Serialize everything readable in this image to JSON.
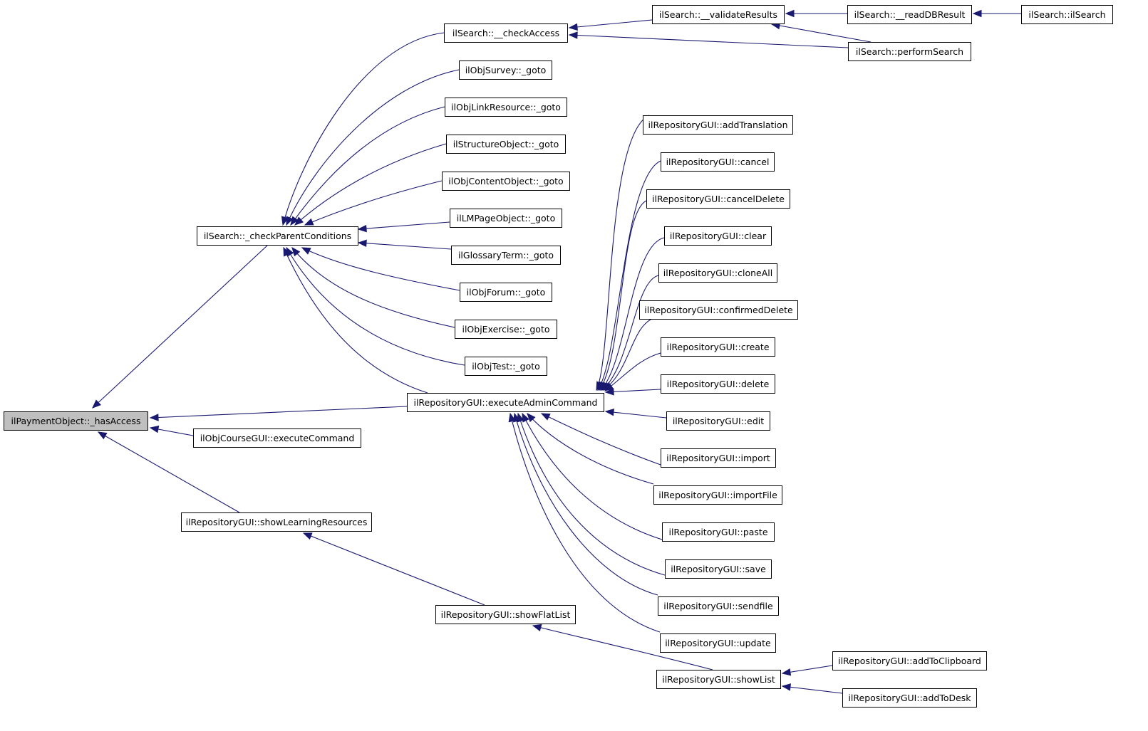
{
  "colors": {
    "edge": "#191970",
    "node_border": "#000000",
    "root_fill": "#bfbfbf",
    "node_fill": "#ffffff"
  },
  "nodes": [
    {
      "id": "root",
      "label": "ilPaymentObject::_hasAccess",
      "root": true
    },
    {
      "id": "checkParent",
      "label": "ilSearch::_checkParentConditions"
    },
    {
      "id": "courseExec",
      "label": "ilObjCourseGUI::executeCommand"
    },
    {
      "id": "showLR",
      "label": "ilRepositoryGUI::showLearningResources"
    },
    {
      "id": "execAdmin",
      "label": "ilRepositoryGUI::executeAdminCommand"
    },
    {
      "id": "checkAccess",
      "label": "ilSearch::__checkAccess"
    },
    {
      "id": "surveyGoto",
      "label": "ilObjSurvey::_goto"
    },
    {
      "id": "linkGoto",
      "label": "ilObjLinkResource::_goto"
    },
    {
      "id": "structGoto",
      "label": "ilStructureObject::_goto"
    },
    {
      "id": "contentGoto",
      "label": "ilObjContentObject::_goto"
    },
    {
      "id": "lmGoto",
      "label": "ilLMPageObject::_goto"
    },
    {
      "id": "glossGoto",
      "label": "ilGlossaryTerm::_goto"
    },
    {
      "id": "forumGoto",
      "label": "ilObjForum::_goto"
    },
    {
      "id": "exGoto",
      "label": "ilObjExercise::_goto"
    },
    {
      "id": "testGoto",
      "label": "ilObjTest::_goto"
    },
    {
      "id": "validate",
      "label": "ilSearch::__validateResults"
    },
    {
      "id": "readDB",
      "label": "ilSearch::__readDBResult"
    },
    {
      "id": "ilSearch",
      "label": "ilSearch::ilSearch"
    },
    {
      "id": "perform",
      "label": "ilSearch::performSearch"
    },
    {
      "id": "addTrans",
      "label": "ilRepositoryGUI::addTranslation"
    },
    {
      "id": "cancel",
      "label": "ilRepositoryGUI::cancel"
    },
    {
      "id": "cancelDel",
      "label": "ilRepositoryGUI::cancelDelete"
    },
    {
      "id": "clear",
      "label": "ilRepositoryGUI::clear"
    },
    {
      "id": "cloneAll",
      "label": "ilRepositoryGUI::cloneAll"
    },
    {
      "id": "confDel",
      "label": "ilRepositoryGUI::confirmedDelete"
    },
    {
      "id": "create",
      "label": "ilRepositoryGUI::create"
    },
    {
      "id": "delete",
      "label": "ilRepositoryGUI::delete"
    },
    {
      "id": "edit",
      "label": "ilRepositoryGUI::edit"
    },
    {
      "id": "import",
      "label": "ilRepositoryGUI::import"
    },
    {
      "id": "importFile",
      "label": "ilRepositoryGUI::importFile"
    },
    {
      "id": "paste",
      "label": "ilRepositoryGUI::paste"
    },
    {
      "id": "save",
      "label": "ilRepositoryGUI::save"
    },
    {
      "id": "sendfile",
      "label": "ilRepositoryGUI::sendfile"
    },
    {
      "id": "update",
      "label": "ilRepositoryGUI::update"
    },
    {
      "id": "flatList",
      "label": "ilRepositoryGUI::showFlatList"
    },
    {
      "id": "showList",
      "label": "ilRepositoryGUI::showList"
    },
    {
      "id": "addClip",
      "label": "ilRepositoryGUI::addToClipboard"
    },
    {
      "id": "addDesk",
      "label": "ilRepositoryGUI::addToDesk"
    }
  ],
  "edges": [
    {
      "from": "checkParent",
      "to": "root"
    },
    {
      "from": "execAdmin",
      "to": "root"
    },
    {
      "from": "courseExec",
      "to": "root"
    },
    {
      "from": "showLR",
      "to": "root"
    },
    {
      "from": "checkAccess",
      "to": "checkParent"
    },
    {
      "from": "surveyGoto",
      "to": "checkParent"
    },
    {
      "from": "linkGoto",
      "to": "checkParent"
    },
    {
      "from": "structGoto",
      "to": "checkParent"
    },
    {
      "from": "contentGoto",
      "to": "checkParent"
    },
    {
      "from": "lmGoto",
      "to": "checkParent"
    },
    {
      "from": "glossGoto",
      "to": "checkParent"
    },
    {
      "from": "forumGoto",
      "to": "checkParent"
    },
    {
      "from": "exGoto",
      "to": "checkParent"
    },
    {
      "from": "testGoto",
      "to": "checkParent"
    },
    {
      "from": "execAdmin",
      "to": "checkParent"
    },
    {
      "from": "validate",
      "to": "checkAccess"
    },
    {
      "from": "perform",
      "to": "checkAccess"
    },
    {
      "from": "readDB",
      "to": "validate"
    },
    {
      "from": "perform",
      "to": "validate"
    },
    {
      "from": "ilSearch",
      "to": "readDB"
    },
    {
      "from": "addTrans",
      "to": "execAdmin"
    },
    {
      "from": "cancel",
      "to": "execAdmin"
    },
    {
      "from": "cancelDel",
      "to": "execAdmin"
    },
    {
      "from": "clear",
      "to": "execAdmin"
    },
    {
      "from": "cloneAll",
      "to": "execAdmin"
    },
    {
      "from": "confDel",
      "to": "execAdmin"
    },
    {
      "from": "create",
      "to": "execAdmin"
    },
    {
      "from": "delete",
      "to": "execAdmin"
    },
    {
      "from": "edit",
      "to": "execAdmin"
    },
    {
      "from": "import",
      "to": "execAdmin"
    },
    {
      "from": "importFile",
      "to": "execAdmin"
    },
    {
      "from": "paste",
      "to": "execAdmin"
    },
    {
      "from": "save",
      "to": "execAdmin"
    },
    {
      "from": "sendfile",
      "to": "execAdmin"
    },
    {
      "from": "update",
      "to": "execAdmin"
    },
    {
      "from": "flatList",
      "to": "showLR"
    },
    {
      "from": "showList",
      "to": "flatList"
    },
    {
      "from": "addClip",
      "to": "showList"
    },
    {
      "from": "addDesk",
      "to": "showList"
    }
  ]
}
